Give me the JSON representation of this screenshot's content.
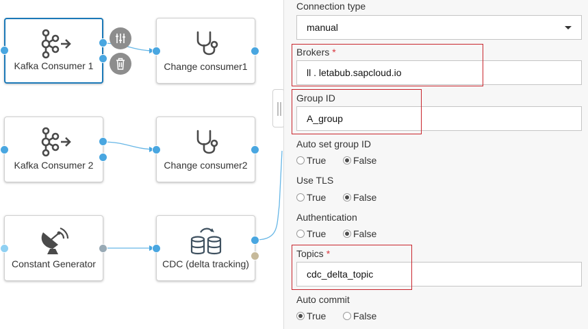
{
  "nodes": {
    "kafka1": {
      "label": "Kafka Consumer 1",
      "icon": "kafka-icon"
    },
    "change1": {
      "label": "Change consumer1",
      "icon": "stethoscope-icon"
    },
    "kafka2": {
      "label": "Kafka Consumer 2",
      "icon": "kafka-icon"
    },
    "change2": {
      "label": "Change consumer2",
      "icon": "stethoscope-icon"
    },
    "constgen": {
      "label": "Constant Generator",
      "icon": "satellite-dish-icon"
    },
    "cdc": {
      "label": "CDC (delta tracking)",
      "icon": "database-sync-icon"
    }
  },
  "node_tools": [
    "settings-sliders-icon",
    "trash-icon"
  ],
  "colors": {
    "selected": "#1b79b8",
    "port": "#49a6e0",
    "wire": "#66b6e6",
    "highlight": "#c8242b"
  },
  "panel": {
    "connection_type": {
      "label": "Connection type",
      "value": "manual"
    },
    "brokers": {
      "label": "Brokers",
      "required": "*",
      "value": "ll        .           letabub.sapcloud.io"
    },
    "group_id": {
      "label": "Group ID",
      "value": "A_group"
    },
    "auto_set_group_id": {
      "label": "Auto set group ID",
      "opt_true": "True",
      "opt_false": "False",
      "selected": "False"
    },
    "use_tls": {
      "label": "Use TLS",
      "opt_true": "True",
      "opt_false": "False",
      "selected": "False"
    },
    "authentication": {
      "label": "Authentication",
      "opt_true": "True",
      "opt_false": "False",
      "selected": "False"
    },
    "topics": {
      "label": "Topics",
      "required": "*",
      "value": "cdc_delta_topic"
    },
    "auto_commit": {
      "label": "Auto commit",
      "opt_true": "True",
      "opt_false": "False",
      "selected": "True"
    }
  }
}
